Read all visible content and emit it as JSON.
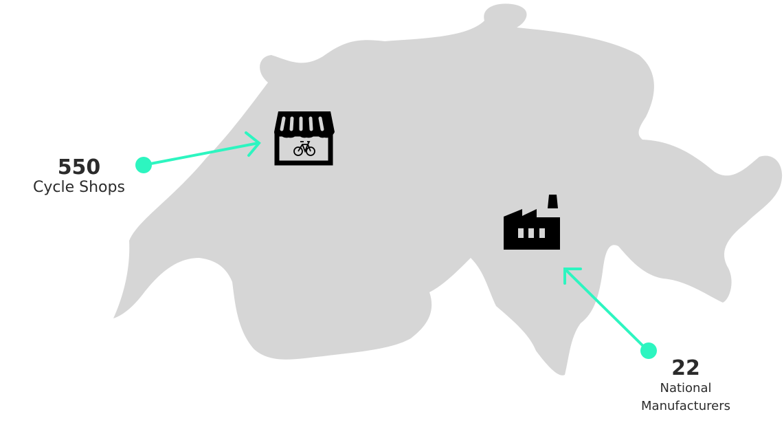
{
  "colors": {
    "map": "#d6d6d6",
    "accent": "#2df5c0",
    "icon": "#000000",
    "text": "#2b2b2b"
  },
  "stats": [
    {
      "value": "550",
      "label": "Cycle Shops",
      "icon": "bike-shop-icon"
    },
    {
      "value": "22",
      "label_lines": [
        "National",
        "Manufacturers"
      ],
      "icon": "factory-icon"
    }
  ]
}
